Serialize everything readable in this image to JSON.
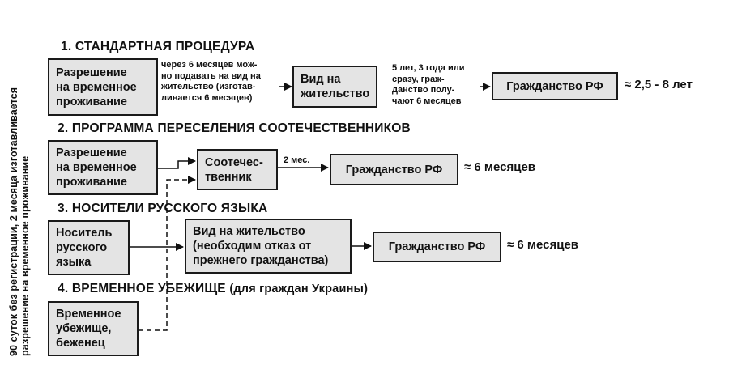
{
  "side_note": {
    "line1": "90 суток без регистрации, 2 месяца изготавливается",
    "line2": "разрешение на временное проживание"
  },
  "sections": {
    "s1": {
      "heading": "1. СТАНДАРТНАЯ ПРОЦЕДУРА",
      "box1": [
        "Разрешение",
        "на временное",
        "проживание"
      ],
      "note1": [
        "через 6 месяцев мож-",
        "но подавать на вид на",
        "жительство (изготав-",
        "ливается 6 месяцев)"
      ],
      "box2": [
        "Вид на",
        "жительство"
      ],
      "note2": [
        "5 лет, 3 года или",
        "сразу, граж-",
        "данство полу-",
        "чают 6 месяцев"
      ],
      "box3": "Гражданство РФ",
      "result": "≈ 2,5 - 8 лет"
    },
    "s2": {
      "heading": "2. ПРОГРАММА ПЕРЕСЕЛЕНИЯ СООТЕЧЕСТВЕННИКОВ",
      "box1": [
        "Разрешение",
        "на временное",
        "проживание"
      ],
      "box2": [
        "Соотечес-",
        "твенник"
      ],
      "note": "2 мес.",
      "box3": "Гражданство РФ",
      "result": "≈ 6 месяцев"
    },
    "s3": {
      "heading": "3. НОСИТЕЛИ РУССКОГО ЯЗЫКА",
      "box1": [
        "Носитель",
        "русского",
        "языка"
      ],
      "box2": [
        "Вид на жительство",
        "(необходим отказ от",
        "прежнего гражданства)"
      ],
      "box3": "Гражданство РФ",
      "result": "≈ 6 месяцев"
    },
    "s4": {
      "heading": "4. ВРЕМЕННОЕ УБЕЖИЩЕ",
      "heading_note": "(для граждан Украины)",
      "box1": [
        "Временное",
        "убежище,",
        "беженец"
      ]
    }
  }
}
